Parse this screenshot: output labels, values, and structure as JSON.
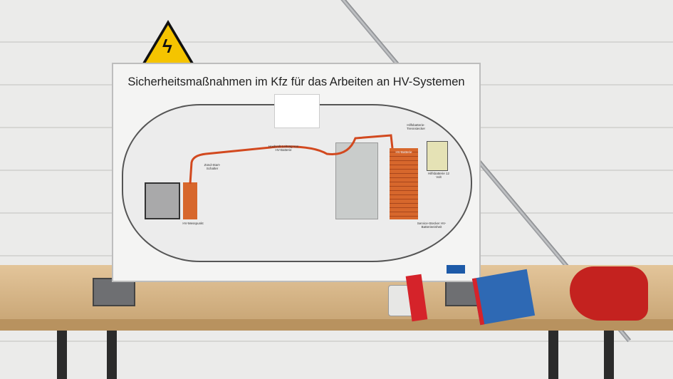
{
  "board": {
    "title": "Sicherheitsmaßnahmen im Kfz für das Arbeiten an HV-Systemen",
    "labels": {
      "hv_cable": "Hochvolt-Leitung von HV-Batterie",
      "ignition": "Zünd-Start-Schalter",
      "measure_point": "HV-Messpunkt",
      "aux_disconnect": "Hilfsbatterie-Trennstecker",
      "hv_battery": "HV-Batterie",
      "aux_battery": "Hilfsbatterie 12 Volt",
      "service_plug": "Service-Stecker HV-Batterieeinheit"
    }
  },
  "colors": {
    "cable": "#d2491f",
    "warning_sign": "#f5c400",
    "table": "#d9b98a"
  }
}
